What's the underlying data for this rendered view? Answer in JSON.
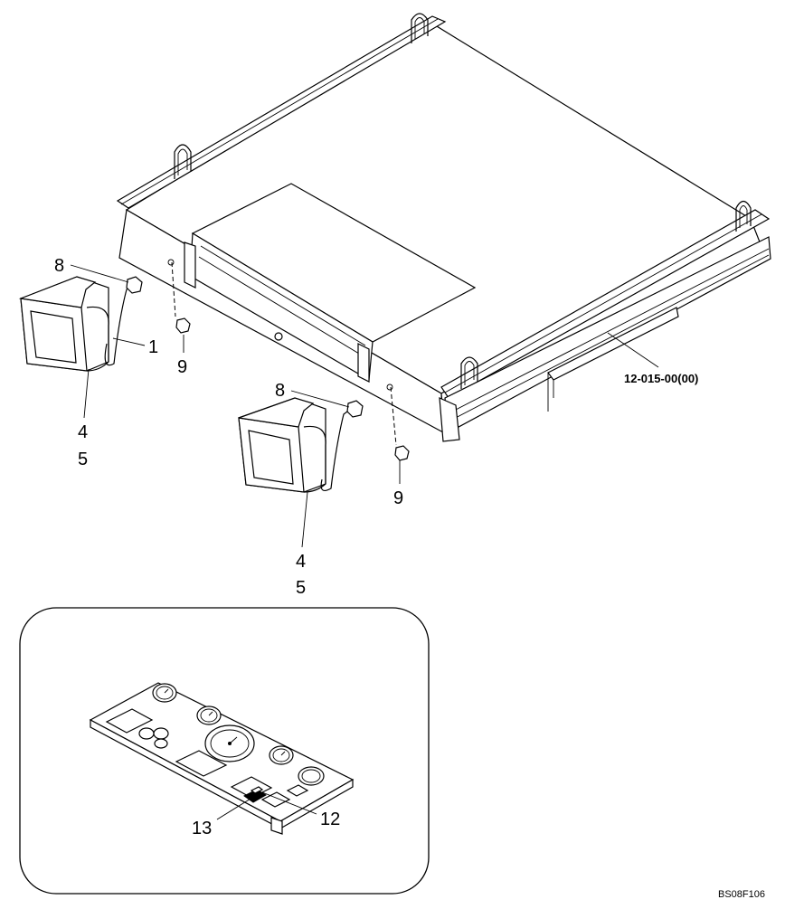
{
  "diagram": {
    "drawing_code": "BS08F106",
    "reference_callout": "12-015-00(00)",
    "callouts": {
      "left_bolt": "8",
      "left_cable": "1",
      "left_nut": "9",
      "left_lamp_a": "4",
      "left_lamp_b": "5",
      "right_bolt": "8",
      "right_nut": "9",
      "right_lamp_a": "4",
      "right_lamp_b": "5",
      "panel_item_13": "13",
      "panel_item_12": "12"
    }
  }
}
